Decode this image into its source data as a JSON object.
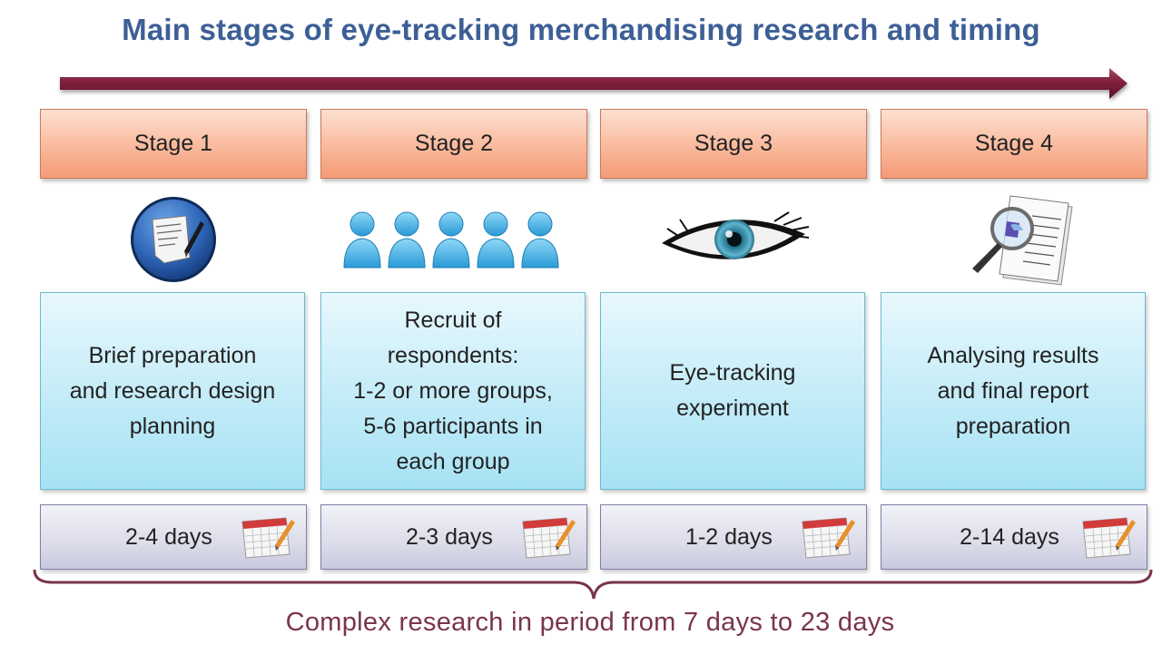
{
  "title": "Main stages of eye-tracking merchandising research and timing",
  "colors": {
    "title": "#3d5f96",
    "arrow": "#7d1d3a",
    "stage_box": "#f9b99c",
    "desc_box": "#bfeaf7",
    "days_box": "#dcdcea",
    "footer": "#7a3548"
  },
  "stages": [
    {
      "label": "Stage 1",
      "icon": "document-pen-icon",
      "description": "Brief preparation\nand research design\nplanning",
      "duration": "2-4 days"
    },
    {
      "label": "Stage 2",
      "icon": "people-group-icon",
      "description": "Recruit of\nrespondents:\n1-2 or more groups,\n5-6 participants in\neach group",
      "duration": "2-3 days"
    },
    {
      "label": "Stage 3",
      "icon": "eye-icon",
      "description": "Eye-tracking\nexperiment",
      "duration": "1-2 days"
    },
    {
      "label": "Stage 4",
      "icon": "magnifier-report-icon",
      "description": "Analysing results\nand final report\npreparation",
      "duration": "2-14 days"
    }
  ],
  "calendar_icon": "calendar-icon",
  "footer": "Complex research in period from 7 days to 23 days"
}
